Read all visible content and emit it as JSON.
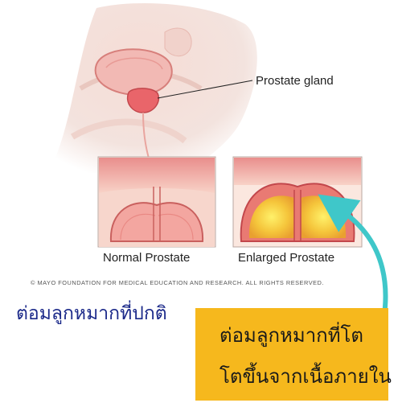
{
  "labels": {
    "prostate_gland": "Prostate gland",
    "normal_prostate": "Normal Prostate",
    "enlarged_prostate": "Enlarged Prostate",
    "copyright": "© MAYO FOUNDATION FOR MEDICAL EDUCATION AND RESEARCH. ALL RIGHTS RESERVED."
  },
  "thai": {
    "normal": "ต่อมลูกหมากที่ปกติ",
    "enlarged_line1": "ต่อมลูกหมากที่โต",
    "enlarged_line2": "โตขึ้นจากเนื้อภายใน"
  },
  "colors": {
    "callout_bg": "#f6b81d",
    "arrow": "#3fc7c9",
    "thai_normal_text": "#1c2a8a",
    "prostate": "#e9656a"
  }
}
